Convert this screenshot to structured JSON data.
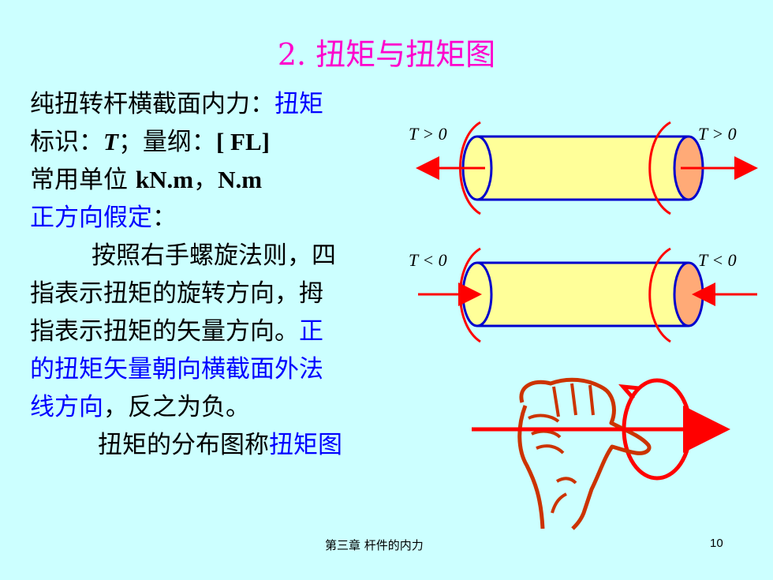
{
  "title": "2. 扭矩与扭矩图",
  "lines": {
    "l1_a": "纯扭转杆横截面内力：",
    "l1_b": "扭矩",
    "l2_a": "标识：",
    "l2_b": "T",
    "l2_c": "；量纲：",
    "l2_d": "[ FL]",
    "l3_a": "常用单位 ",
    "l3_b": "kN.m",
    "l3_c": "，",
    "l3_d": "N.m",
    "l4_a": "正方向假定",
    "l4_b": "：",
    "l5": "按照右手螺旋法则，四",
    "l6": "指表示扭矩的旋转方向，拇",
    "l7_a": "指表示扭矩的矢量方向。",
    "l7_b": "正",
    "l8": "的扭矩矢量朝向横截面外法",
    "l9_a": "线方向",
    "l9_b": "，反之为负。",
    "l10_a": "扭矩的分布图称",
    "l10_b": "扭矩图"
  },
  "diagram_labels": {
    "top_left": "T > 0",
    "top_right": "T > 0",
    "bottom_left": "T < 0",
    "bottom_right": "T < 0"
  },
  "footer": {
    "chapter": "第三章  杆件的内力",
    "page": "10"
  },
  "colors": {
    "background": "#ccffff",
    "title": "#ff00cc",
    "emphasis": "#0000ff",
    "arrow": "#ff0000",
    "cylinder_fill": "#ffff99",
    "cylinder_end": "#ffaa77",
    "hand": "#cc3300"
  }
}
